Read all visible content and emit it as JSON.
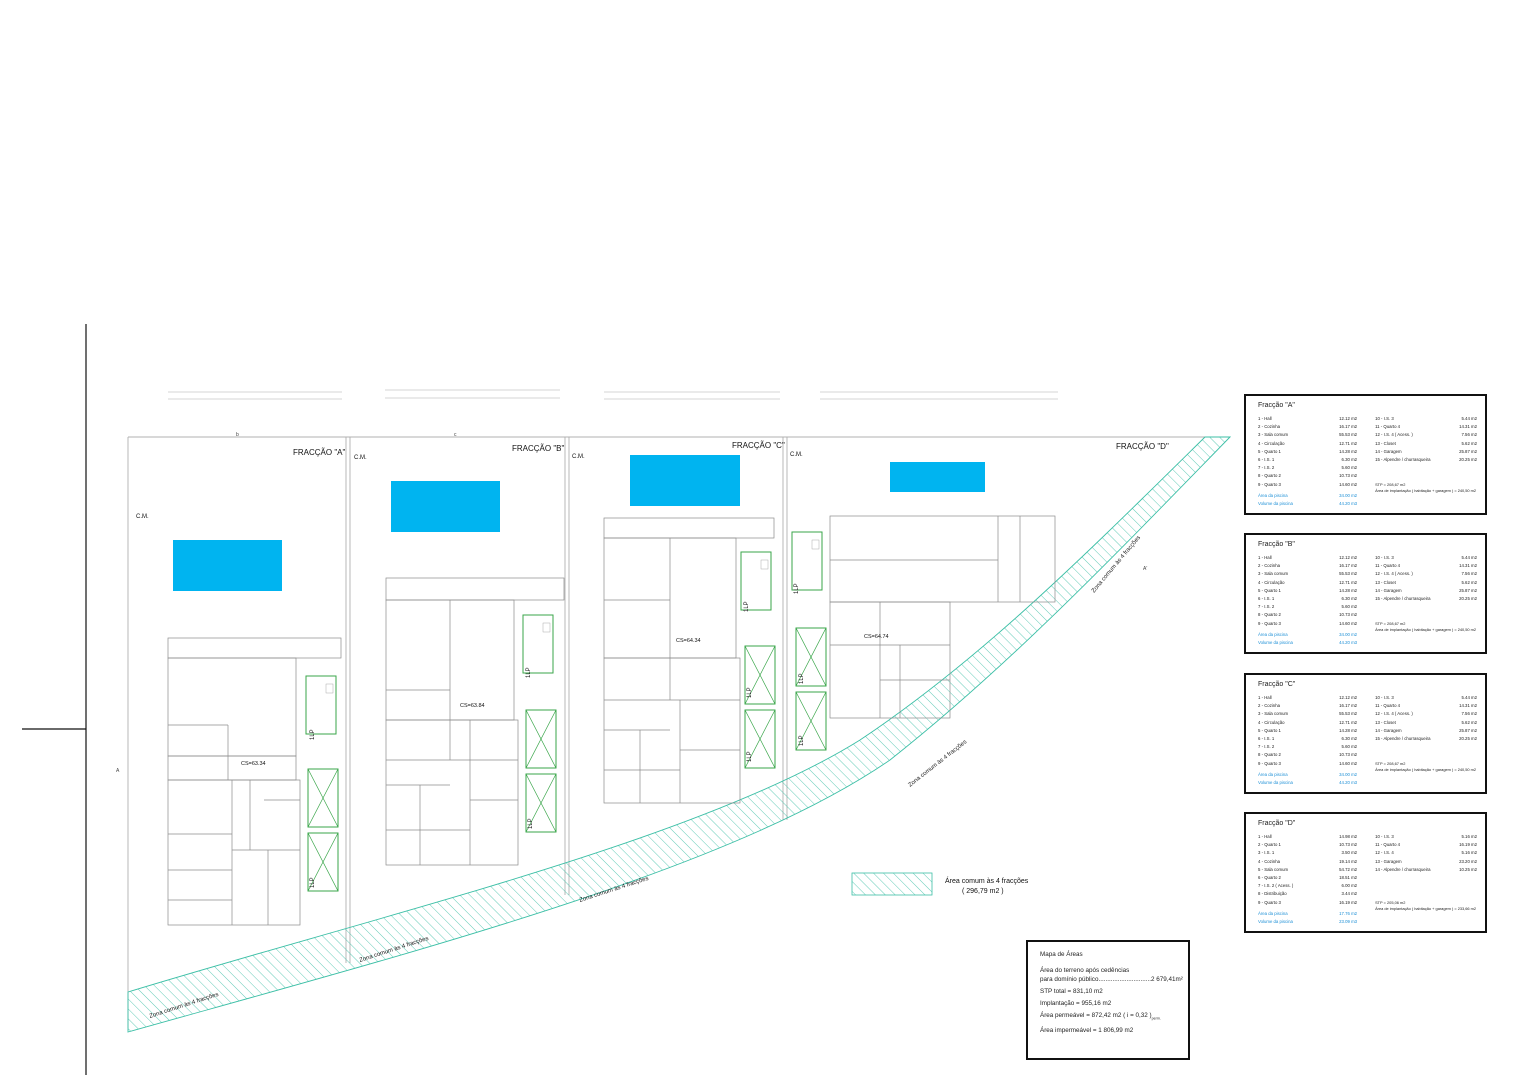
{
  "fractions": [
    {
      "label": "FRACÇÃO \"A\"",
      "cs": "CS=63.34"
    },
    {
      "label": "FRACÇÃO \"B\"",
      "cs": "CS=63.84"
    },
    {
      "label": "FRACÇÃO \"C\"",
      "cs": "CS=64.34"
    },
    {
      "label": "FRACÇÃO \"D\"",
      "cs": "CS=64.74"
    }
  ],
  "cm_label": "C.M.",
  "parking_label": "1LP",
  "common_zone_label": "Zona comum às 4 fracções",
  "legend": {
    "title": "Área comum às 4 fracções",
    "value": "( 296,79 m2 )"
  },
  "section_marks": {
    "a": "A",
    "a_prime": "A'",
    "b": "b",
    "c": "c"
  },
  "panels": [
    {
      "title": "Fracção \"A\"",
      "left": [
        {
          "name": "1 - Hall",
          "value": "12.12 m2"
        },
        {
          "name": "2 - Cozinha",
          "value": "16.17 m2"
        },
        {
          "name": "3 - Sala comum",
          "value": "55.53 m2"
        },
        {
          "name": "4 - Circulação",
          "value": "12.71 m2"
        },
        {
          "name": "5 - Quarto 1",
          "value": "14.28 m2"
        },
        {
          "name": "6 - I.S. 1",
          "value": "6.30 m2"
        },
        {
          "name": "7 - I.S. 2",
          "value": "5.60 m2"
        },
        {
          "name": "8 - Quarto 2",
          "value": "10.73 m2"
        },
        {
          "name": "9 - Quarto 3",
          "value": "14.60 m2"
        }
      ],
      "right": [
        {
          "name": "10 - I.S. 3",
          "value": "5.44 m2"
        },
        {
          "name": "11 - Quarto 4",
          "value": "14.31 m2"
        },
        {
          "name": "12 - I.S. 4 ( Acess. )",
          "value": "7.56 m2"
        },
        {
          "name": "13 - Closet",
          "value": "5.62 m2"
        },
        {
          "name": "14 - Garagem",
          "value": "25.87 m2"
        },
        {
          "name": "15 - Alpendre / churrasqueira",
          "value": "20.25 m2"
        }
      ],
      "pool": [
        {
          "name": "Área da piscina",
          "value": "34.00 m2"
        },
        {
          "name": "Volume da piscina",
          "value": "44.20 m3"
        }
      ],
      "stp": "STP = 208,67 m2",
      "implantacao": "Área de implantação ( habitação + garagem ) = 240,50 m2"
    },
    {
      "title": "Fracção \"B\"",
      "left": [
        {
          "name": "1 - Hall",
          "value": "12.12 m2"
        },
        {
          "name": "2 - Cozinha",
          "value": "16.17 m2"
        },
        {
          "name": "3 - Sala comum",
          "value": "55.53 m2"
        },
        {
          "name": "4 - Circulação",
          "value": "12.71 m2"
        },
        {
          "name": "5 - Quarto 1",
          "value": "14.28 m2"
        },
        {
          "name": "6 - I.S. 1",
          "value": "6.30 m2"
        },
        {
          "name": "7 - I.S. 2",
          "value": "5.60 m2"
        },
        {
          "name": "8 - Quarto 2",
          "value": "10.73 m2"
        },
        {
          "name": "9 - Quarto 3",
          "value": "14.60 m2"
        }
      ],
      "right": [
        {
          "name": "10 - I.S. 3",
          "value": "5.44 m2"
        },
        {
          "name": "11 - Quarto 4",
          "value": "14.31 m2"
        },
        {
          "name": "12 - I.S. 4 ( Acess. )",
          "value": "7.56 m2"
        },
        {
          "name": "13 - Closet",
          "value": "5.62 m2"
        },
        {
          "name": "14 - Garagem",
          "value": "25.87 m2"
        },
        {
          "name": "15 - Alpendre / churrasqueira",
          "value": "20.25 m2"
        }
      ],
      "pool": [
        {
          "name": "Área da piscina",
          "value": "34.00 m2"
        },
        {
          "name": "Volume da piscina",
          "value": "44.20 m3"
        }
      ],
      "stp": "STP = 208,67 m2",
      "implantacao": "Área de implantação ( habitação + garagem ) = 240,50 m2"
    },
    {
      "title": "Fracção \"C\"",
      "left": [
        {
          "name": "1 - Hall",
          "value": "12.12 m2"
        },
        {
          "name": "2 - Cozinha",
          "value": "16.17 m2"
        },
        {
          "name": "3 - Sala comum",
          "value": "55.53 m2"
        },
        {
          "name": "4 - Circulação",
          "value": "12.71 m2"
        },
        {
          "name": "5 - Quarto 1",
          "value": "14.28 m2"
        },
        {
          "name": "6 - I.S. 1",
          "value": "6.30 m2"
        },
        {
          "name": "7 - I.S. 2",
          "value": "5.60 m2"
        },
        {
          "name": "8 - Quarto 2",
          "value": "10.73 m2"
        },
        {
          "name": "9 - Quarto 3",
          "value": "14.60 m2"
        }
      ],
      "right": [
        {
          "name": "10 - I.S. 3",
          "value": "5.44 m2"
        },
        {
          "name": "11 - Quarto 4",
          "value": "14.31 m2"
        },
        {
          "name": "12 - I.S. 4 ( Acess. )",
          "value": "7.56 m2"
        },
        {
          "name": "13 - Closet",
          "value": "5.62 m2"
        },
        {
          "name": "14 - Garagem",
          "value": "25.87 m2"
        },
        {
          "name": "15 - Alpendre / churrasqueira",
          "value": "20.25 m2"
        }
      ],
      "pool": [
        {
          "name": "Área da piscina",
          "value": "34.00 m2"
        },
        {
          "name": "Volume da piscina",
          "value": "44.20 m3"
        }
      ],
      "stp": "STP = 208,67 m2",
      "implantacao": "Área de implantação ( habitação + garagem ) = 240,50 m2"
    },
    {
      "title": "Fracção \"D\"",
      "left": [
        {
          "name": "1 - Hall",
          "value": "14.98 m2"
        },
        {
          "name": "2 - Quarto 1",
          "value": "10.73 m2"
        },
        {
          "name": "3 - I.S. 1",
          "value": "3.50 m2"
        },
        {
          "name": "4 - Cozinha",
          "value": "19.14 m2"
        },
        {
          "name": "5 - Sala comum",
          "value": "54.72 m2"
        },
        {
          "name": "6 - Quarto 2",
          "value": "18.51 m2"
        },
        {
          "name": "7 - I.S. 2 ( Acess. )",
          "value": "6.00 m2"
        },
        {
          "name": "8 - Distribuição",
          "value": "3.44 m2"
        },
        {
          "name": "9 - Quarto 3",
          "value": "16.19 m2"
        }
      ],
      "right": [
        {
          "name": "10 - I.S. 3",
          "value": "5.16 m2"
        },
        {
          "name": "11 - Quarto 4",
          "value": "16.19 m2"
        },
        {
          "name": "12 - I.S. 4",
          "value": "5.16 m2"
        },
        {
          "name": "13 - Garagem",
          "value": "23.20 m2"
        },
        {
          "name": "14 - Alpendre / churrasqueira",
          "value": "10.25 m2"
        }
      ],
      "pool": [
        {
          "name": "Área da piscina",
          "value": "17.76 m2"
        },
        {
          "name": "Volume da piscina",
          "value": "23.09 m3"
        }
      ],
      "stp": "STP = 205,06 m2",
      "implantacao": "Área de implantação ( habitação + garagem ) = 233,66 m2"
    }
  ],
  "mapa": {
    "title": "Mapa de Áreas",
    "terreno_1": "Área do terreno após cedências",
    "terreno_2": "para domínio público..............................2 679,41m²",
    "stp": "STP total = 831,10 m2",
    "implantacao": "Implantação = 955,16 m2",
    "permeavel": "Área permeável = 872,42 m2 ( i = 0,32 )",
    "permeavel_sub": "perm.",
    "impermeavel": "Área impermeável = 1 806,99 m2"
  },
  "colors": {
    "pool": "#00b4f0",
    "hatch": "#3cbfa6",
    "parking": "#3aa64a",
    "line": "#9a9a9a",
    "text_blue": "#1c8fd6"
  }
}
